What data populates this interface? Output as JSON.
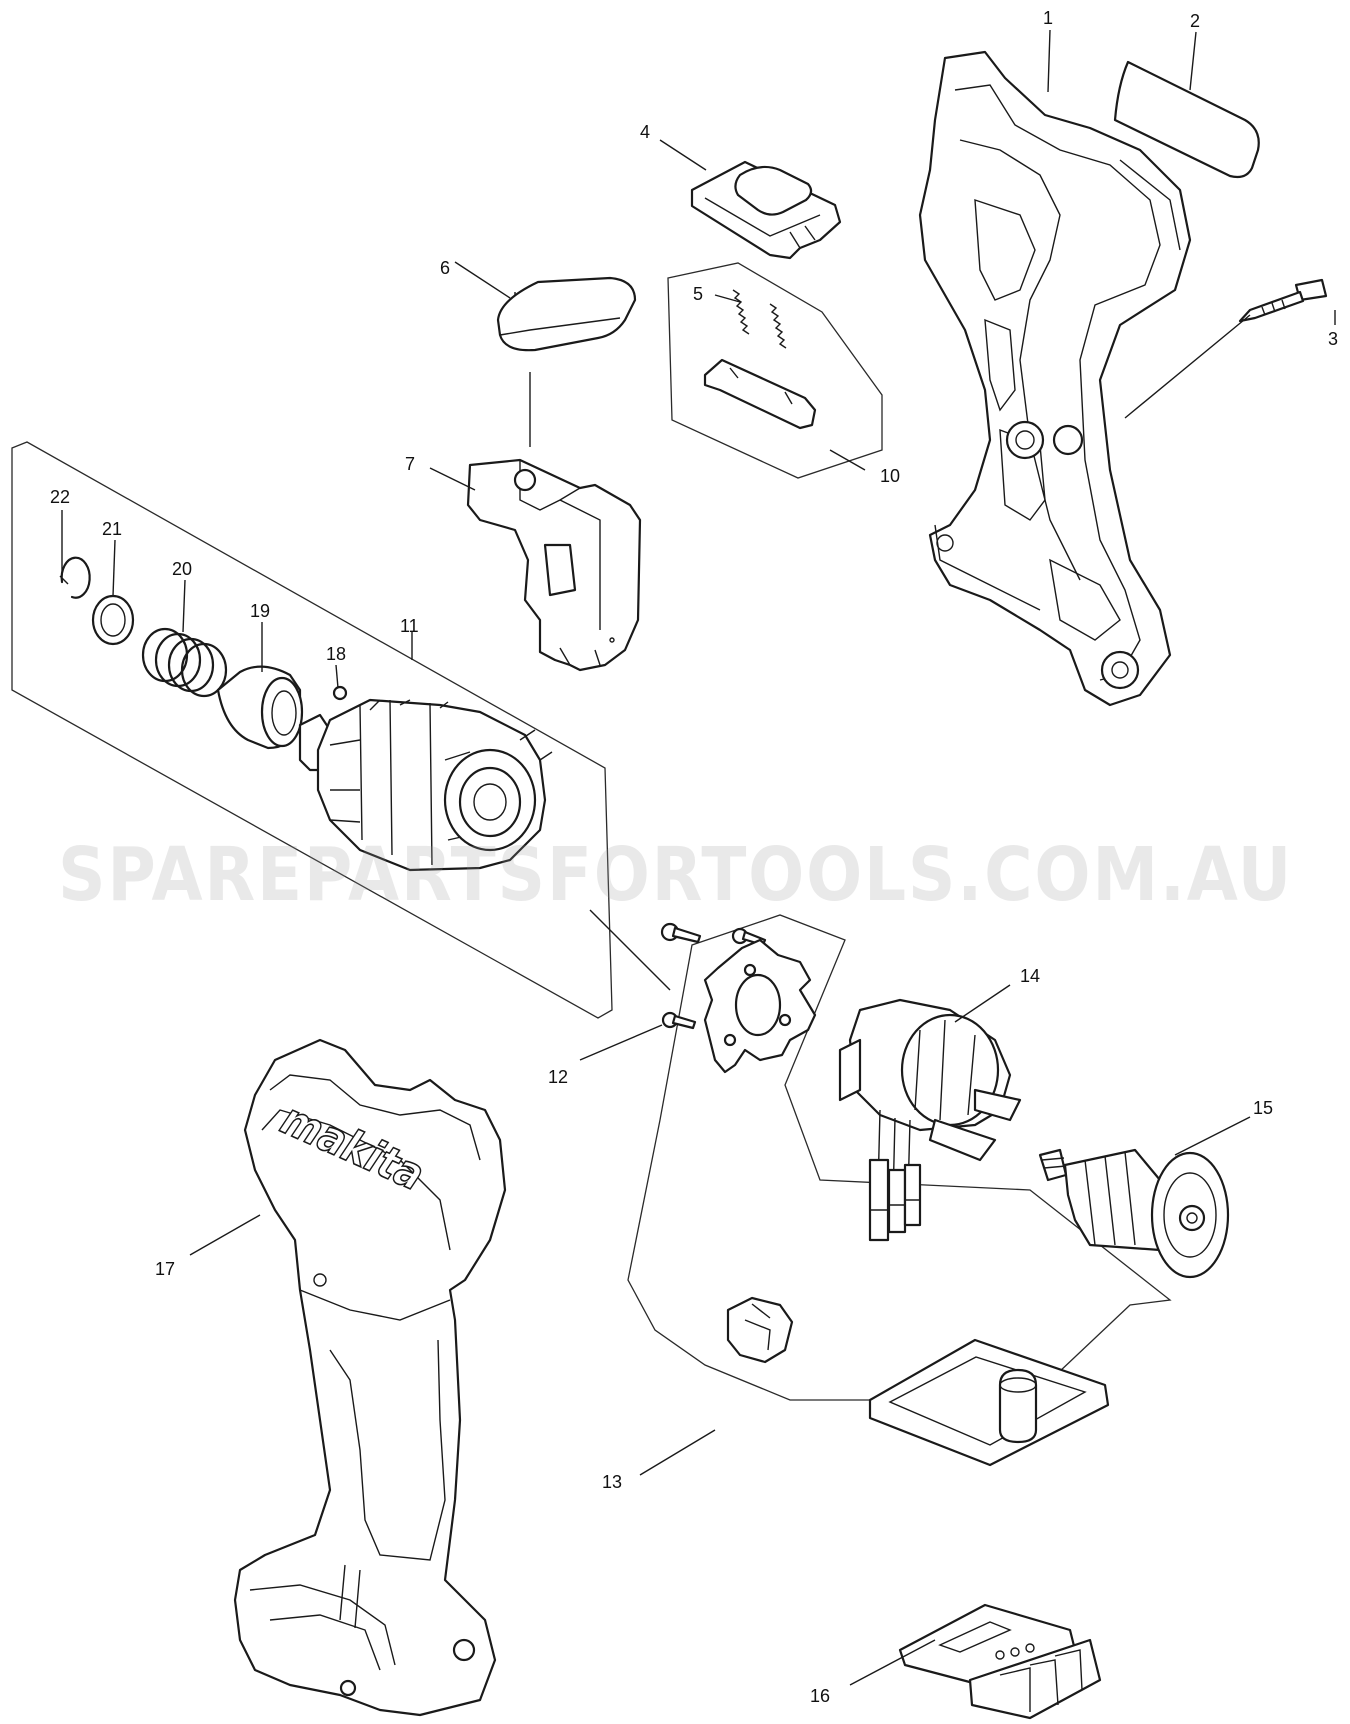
{
  "watermark": "SPAREPARTSFORTOOLS.COM.AU",
  "brand_logo": "makita",
  "parts": [
    {
      "id": "1",
      "label": "1"
    },
    {
      "id": "2",
      "label": "2"
    },
    {
      "id": "3",
      "label": "3"
    },
    {
      "id": "4",
      "label": "4"
    },
    {
      "id": "5",
      "label": "5"
    },
    {
      "id": "6",
      "label": "6"
    },
    {
      "id": "7",
      "label": "7"
    },
    {
      "id": "10",
      "label": "10"
    },
    {
      "id": "11",
      "label": "11"
    },
    {
      "id": "12",
      "label": "12"
    },
    {
      "id": "13",
      "label": "13"
    },
    {
      "id": "14",
      "label": "14"
    },
    {
      "id": "15",
      "label": "15"
    },
    {
      "id": "16",
      "label": "16"
    },
    {
      "id": "17",
      "label": "17"
    },
    {
      "id": "18",
      "label": "18"
    },
    {
      "id": "19",
      "label": "19"
    },
    {
      "id": "20",
      "label": "20"
    },
    {
      "id": "21",
      "label": "21"
    },
    {
      "id": "22",
      "label": "22"
    }
  ]
}
